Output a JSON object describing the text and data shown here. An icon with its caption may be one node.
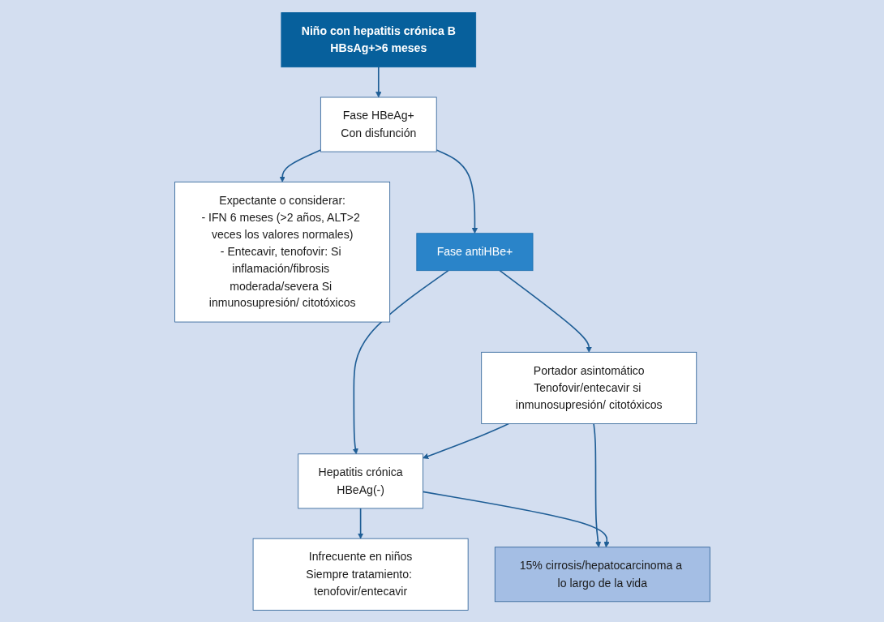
{
  "diagram": {
    "nodes": [
      {
        "text": [
          "Niño con hepatitis crónica B",
          "HBsAg+>6 meses"
        ]
      },
      {
        "text": [
          "Fase HBeAg+",
          "Con disfunción"
        ]
      },
      {
        "text": [
          "Expectante o considerar:",
          "- IFN 6 meses (>2 años, ALT>2 veces los valores normales)",
          "- Entecavir, tenofovir: Si inflamación/fibrosis moderada/severa Si inmunosupresión/ citotóxicos"
        ]
      },
      {
        "text": [
          "Fase antiHBe+"
        ]
      },
      {
        "text": [
          "Portador asintomático",
          "Tenofovir/entecavir si inmunosupresión/ citotóxicos"
        ]
      },
      {
        "text": [
          "Hepatitis crónica",
          "HBeAg(-)"
        ]
      },
      {
        "text": [
          "Infrecuente en niños",
          "Siempre tratamiento: tenofovir/entecavir"
        ]
      },
      {
        "text": [
          "15% cirrosis/hepatocarcinoma a lo largo de la vida"
        ]
      }
    ],
    "edges": [
      {
        "from": 0,
        "to": 1,
        "arrow": "to"
      },
      {
        "from": 1,
        "to": 2,
        "arrow": "to"
      },
      {
        "from": 1,
        "to": 3,
        "arrow": "to"
      },
      {
        "from": 3,
        "to": 4,
        "arrow": "to"
      },
      {
        "from": 3,
        "to": 5,
        "arrow": "to"
      },
      {
        "from": 4,
        "to": 5,
        "arrow": "to"
      },
      {
        "from": 5,
        "to": 6,
        "arrow": "to"
      },
      {
        "from": 4,
        "to": 7,
        "arrow": "to"
      },
      {
        "from": 5,
        "to": 7,
        "arrow": "to"
      }
    ]
  }
}
